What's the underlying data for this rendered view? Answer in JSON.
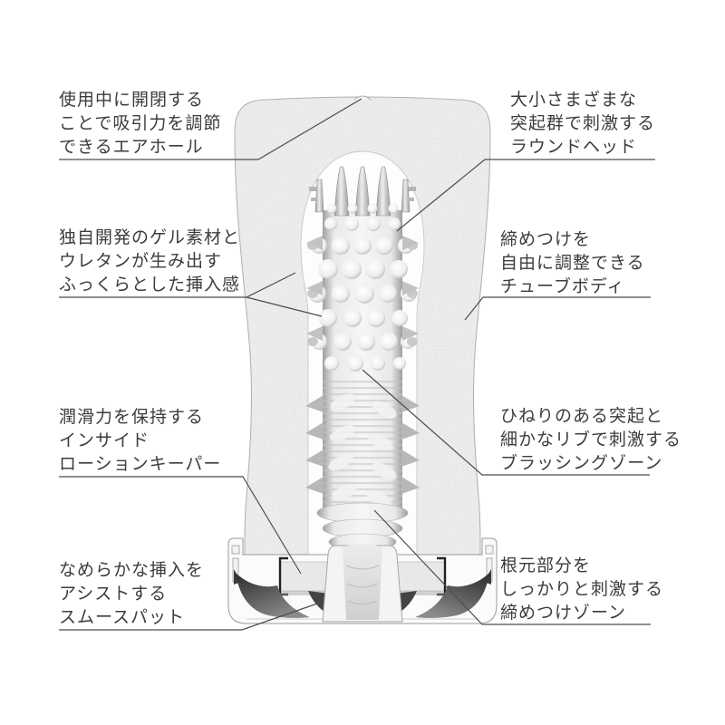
{
  "figure": {
    "type": "product-cross-section-diagram",
    "description_visible_text_only": true
  },
  "colors": {
    "background": "#ffffff",
    "foam": "#ededed",
    "foam_speck": "#b8b8b8",
    "outline": "#a8a8a8",
    "cavity": "#fdfdfd",
    "leader_line": "#4d4d4d",
    "text": "#3c3c3c",
    "shadow_dark": "#2f2f2f"
  },
  "annotations": {
    "left": [
      {
        "id": "air-hole",
        "lines": [
          "使用中に開閉する",
          "ことで吸引力を調節",
          "できるエアホール"
        ]
      },
      {
        "id": "gel-material",
        "lines": [
          "独自開発のゲル素材と",
          "ウレタンが生み出す",
          "ふっくらとした挿入感"
        ]
      },
      {
        "id": "lotion-keeper",
        "lines": [
          "潤滑力を保持する",
          "インサイド",
          "ローションキーパー"
        ]
      },
      {
        "id": "smooth-pad",
        "lines": [
          "なめらかな挿入を",
          "アシストする",
          "スムースパット"
        ]
      }
    ],
    "right": [
      {
        "id": "round-head",
        "lines": [
          "大小さまざまな",
          "突起群で刺激する",
          "ラウンドヘッド"
        ]
      },
      {
        "id": "tube-body",
        "lines": [
          "締めつけを",
          "自由に調整できる",
          "チューブボディ"
        ]
      },
      {
        "id": "brushing-zone",
        "lines": [
          "ひねりのある突起と",
          "細かなリブで刺激する",
          "ブラッシングゾーン"
        ]
      },
      {
        "id": "squeeze-zone",
        "lines": [
          "根元部分を",
          "しっかりと刺激する",
          "締めつけゾーン"
        ]
      }
    ]
  }
}
